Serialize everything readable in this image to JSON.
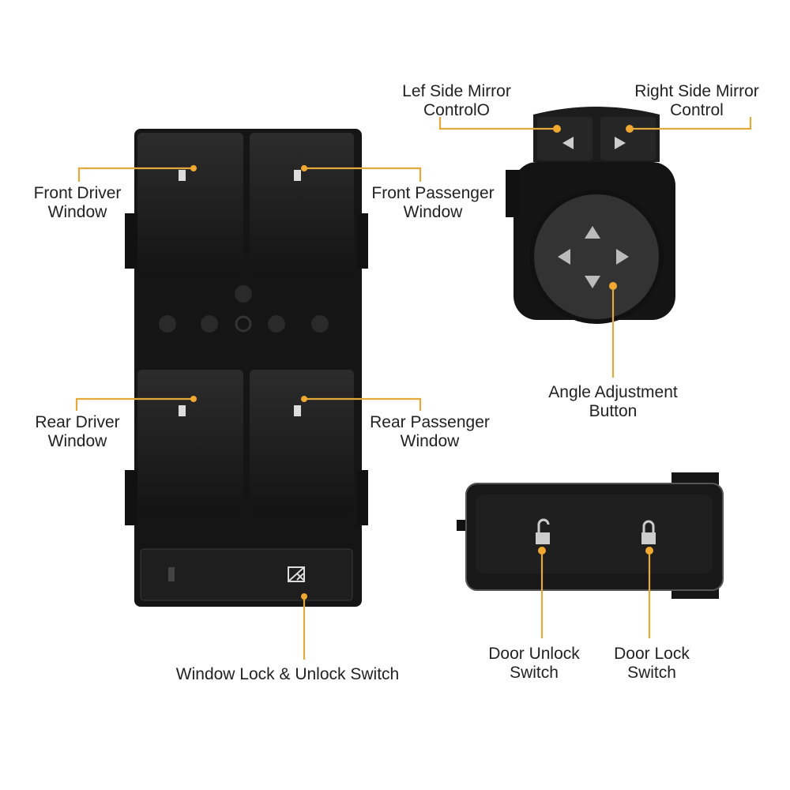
{
  "labels": {
    "front_driver": [
      "Front Driver",
      "Window"
    ],
    "front_passenger": [
      "Front Passenger",
      "Window"
    ],
    "rear_driver": [
      "Rear Driver",
      "Window"
    ],
    "rear_passenger": [
      "Rear Passenger",
      "Window"
    ],
    "window_lock": "Window Lock & Unlock Switch",
    "left_mirror": [
      "Lef Side Mirror",
      "ControlO"
    ],
    "right_mirror": [
      "Right Side Mirror",
      "Control"
    ],
    "angle_adjust": [
      "Angle Adjustment",
      "Button"
    ],
    "door_unlock": [
      "Door Unlock",
      "Switch"
    ],
    "door_lock": [
      "Door Lock",
      "Switch"
    ]
  },
  "colors": {
    "leader": "#e5a83a",
    "body": "#1b1b1b",
    "background": "#ffffff"
  }
}
